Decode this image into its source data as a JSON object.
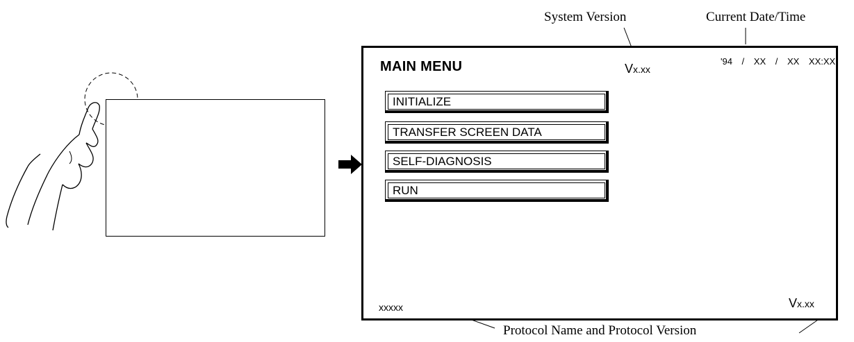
{
  "callouts": {
    "system_version": "System Version",
    "current_datetime": "Current Date/Time",
    "protocol": "Protocol Name and Protocol Version"
  },
  "screen": {
    "title": "MAIN MENU",
    "system_version_prefix": "V",
    "system_version": "x.xx",
    "datetime": "'94 / XX / XX   XX:XX",
    "menu_items": [
      "INITIALIZE",
      "TRANSFER SCREEN DATA",
      "SELF-DIAGNOSIS",
      "RUN"
    ],
    "protocol_name": "xxxxx",
    "protocol_version_prefix": "V",
    "protocol_version": "x.xx"
  },
  "icons": {
    "hand": "hand-touch-icon",
    "arrow": "right-arrow-icon"
  }
}
